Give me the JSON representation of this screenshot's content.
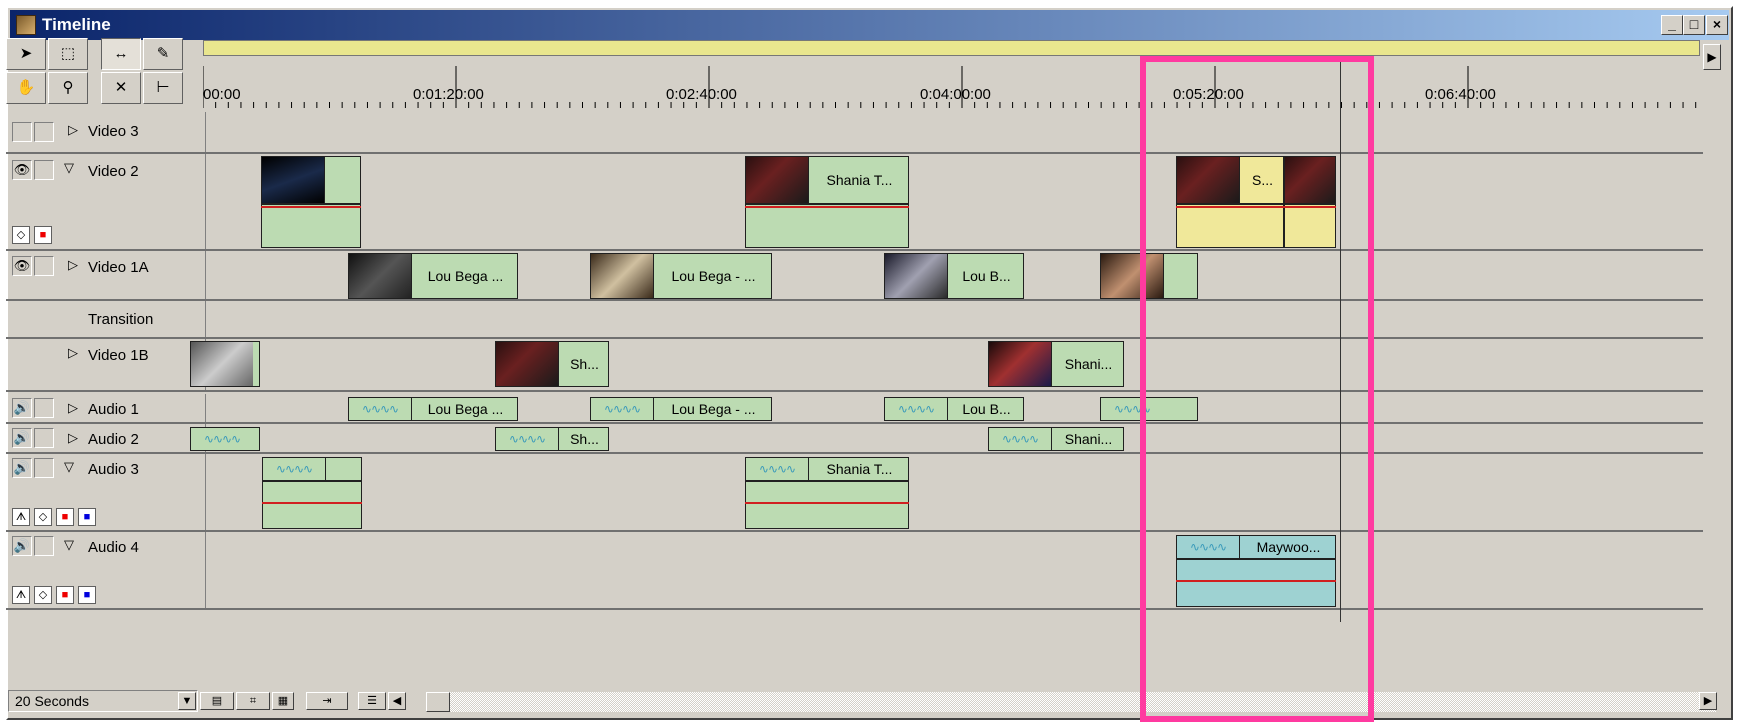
{
  "window": {
    "title": "Timeline",
    "minimize": "_",
    "maximize": "□",
    "close": "×"
  },
  "ruler": {
    "labels": [
      "00:00",
      "0:01:20:00",
      "0:02:40:00",
      "0:04:00:00",
      "0:05:20:00",
      "0:06:40:00"
    ]
  },
  "tracks": {
    "video3": "Video 3",
    "video2": "Video 2",
    "video1a": "Video 1A",
    "transition": "Transition",
    "video1b": "Video 1B",
    "audio1": "Audio 1",
    "audio2": "Audio 2",
    "audio3": "Audio 3",
    "audio4": "Audio 4"
  },
  "clips": {
    "v2_shania": "Shania T...",
    "v2_s": "S...",
    "v1a_lou1": "Lou Bega ...",
    "v1a_lou2": "Lou Bega - ...",
    "v1a_lou3": "Lou B...",
    "v1b_sh": "Sh...",
    "v1b_shani": "Shani...",
    "a1_lou1": "Lou Bega ...",
    "a1_lou2": "Lou Bega - ...",
    "a1_lou3": "Lou B...",
    "a2_sh": "Sh...",
    "a2_shani": "Shani...",
    "a3_shania": "Shania T...",
    "a4_maywoo": "Maywoo..."
  },
  "status": {
    "time_unit": "20 Seconds"
  },
  "colors": {
    "video_clip": "#bcdbb2",
    "yellow_clip": "#f0e89a",
    "audio4_clip": "#9ed2d2",
    "highlight": "#ff3aa0",
    "titlebar": "#0a246a"
  },
  "icons": [
    "selection-tool-icon",
    "range-select-tool-icon",
    "ripple-edit-tool-icon",
    "razor-tool-icon",
    "hand-tool-icon",
    "zoom-tool-icon",
    "cross-fade-tool-icon",
    "in-out-point-tool-icon",
    "eye-icon",
    "speaker-icon",
    "keyframe-icon"
  ]
}
